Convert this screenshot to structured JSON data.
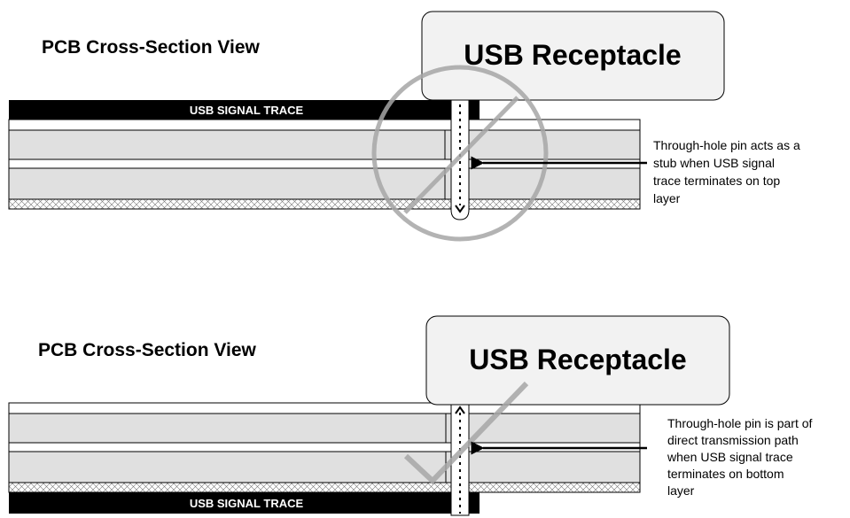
{
  "top_panel": {
    "heading": "PCB Cross-Section View",
    "receptacle_label": "USB Receptacle",
    "trace_label": "USB SIGNAL TRACE",
    "note_lines": [
      "Through-hole pin acts as a",
      "stub when USB signal",
      "trace terminates on top",
      "layer"
    ],
    "verdict_icon": "prohibited-icon"
  },
  "bottom_panel": {
    "heading": "PCB Cross-Section View",
    "receptacle_label": "USB Receptacle",
    "trace_label": "USB SIGNAL TRACE",
    "note_lines": [
      "Through-hole pin is part of",
      "direct transmission path",
      "when USB signal trace",
      "terminates on bottom",
      "layer"
    ],
    "verdict_icon": "checkmark-icon"
  },
  "colors": {
    "trace": "#000000",
    "layer_fill": "#e0e0e0",
    "receptacle_fill": "#f2f2f2",
    "verdict_overlay": "#a6a6a6"
  }
}
